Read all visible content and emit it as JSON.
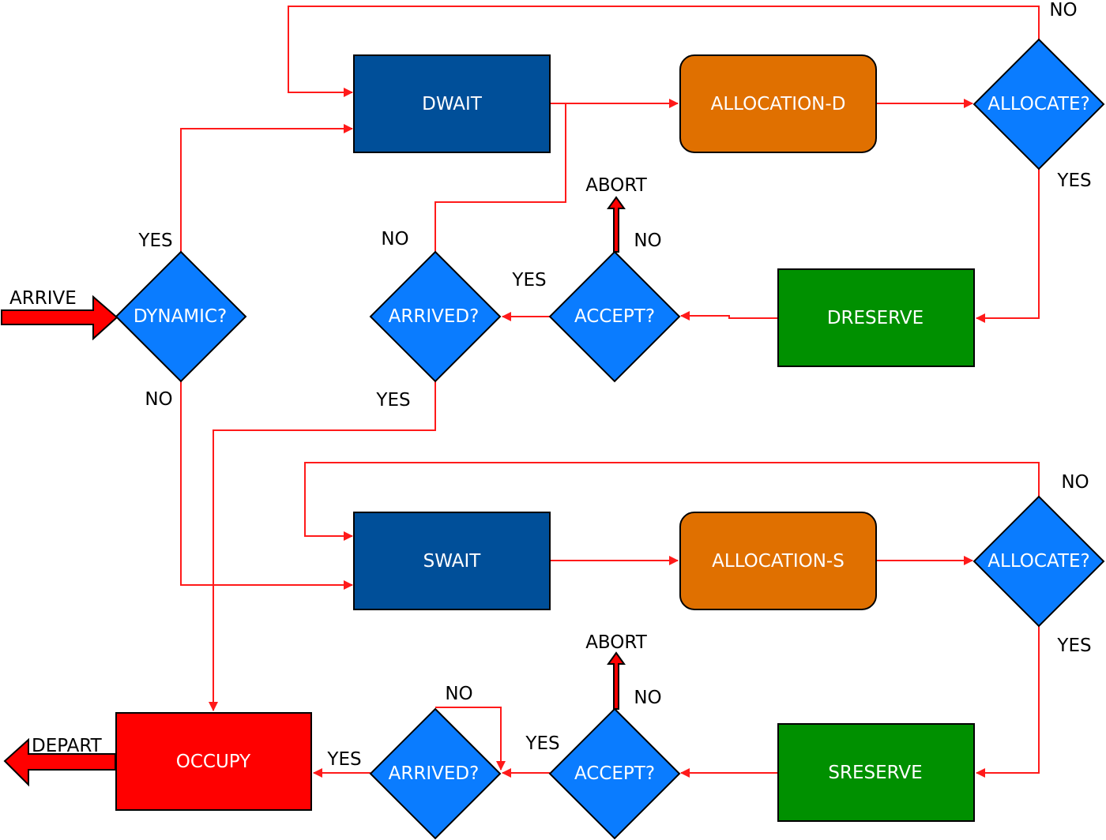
{
  "colors": {
    "wait": "#004f99",
    "allocation": "#e07000",
    "decision": "#0a7cff",
    "reserve": "#009000",
    "occupy": "#ff0000",
    "flow": "#ff1a1a"
  },
  "nodes": {
    "dwait": "DWAIT",
    "allocation_d": "ALLOCATION-D",
    "allocate_top": "ALLOCATE?",
    "dreserve": "DRESERVE",
    "accept_top": "ACCEPT?",
    "arrived_top": "ARRIVED?",
    "dynamic": "DYNAMIC?",
    "swait": "SWAIT",
    "allocation_s": "ALLOCATION-S",
    "allocate_bottom": "ALLOCATE?",
    "sreserve": "SRESERVE",
    "accept_bottom": "ACCEPT?",
    "arrived_bottom": "ARRIVED?",
    "occupy": "OCCUPY"
  },
  "labels": {
    "arrive": "ARRIVE",
    "depart": "DEPART",
    "abort_top": "ABORT",
    "abort_bottom": "ABORT",
    "no_allocate_top": "NO",
    "yes_allocate_top": "YES",
    "yes_dynamic": "YES",
    "no_dynamic": "NO",
    "no_arrived_top": "NO",
    "yes_arrived_top": "YES",
    "no_accept_top": "NO",
    "yes_accept_top": "YES",
    "no_allocate_bottom": "NO",
    "yes_allocate_bottom": "YES",
    "no_accept_bottom": "NO",
    "yes_accept_bottom": "YES",
    "no_arrived_bottom": "NO",
    "yes_arrived_bottom": "YES"
  }
}
